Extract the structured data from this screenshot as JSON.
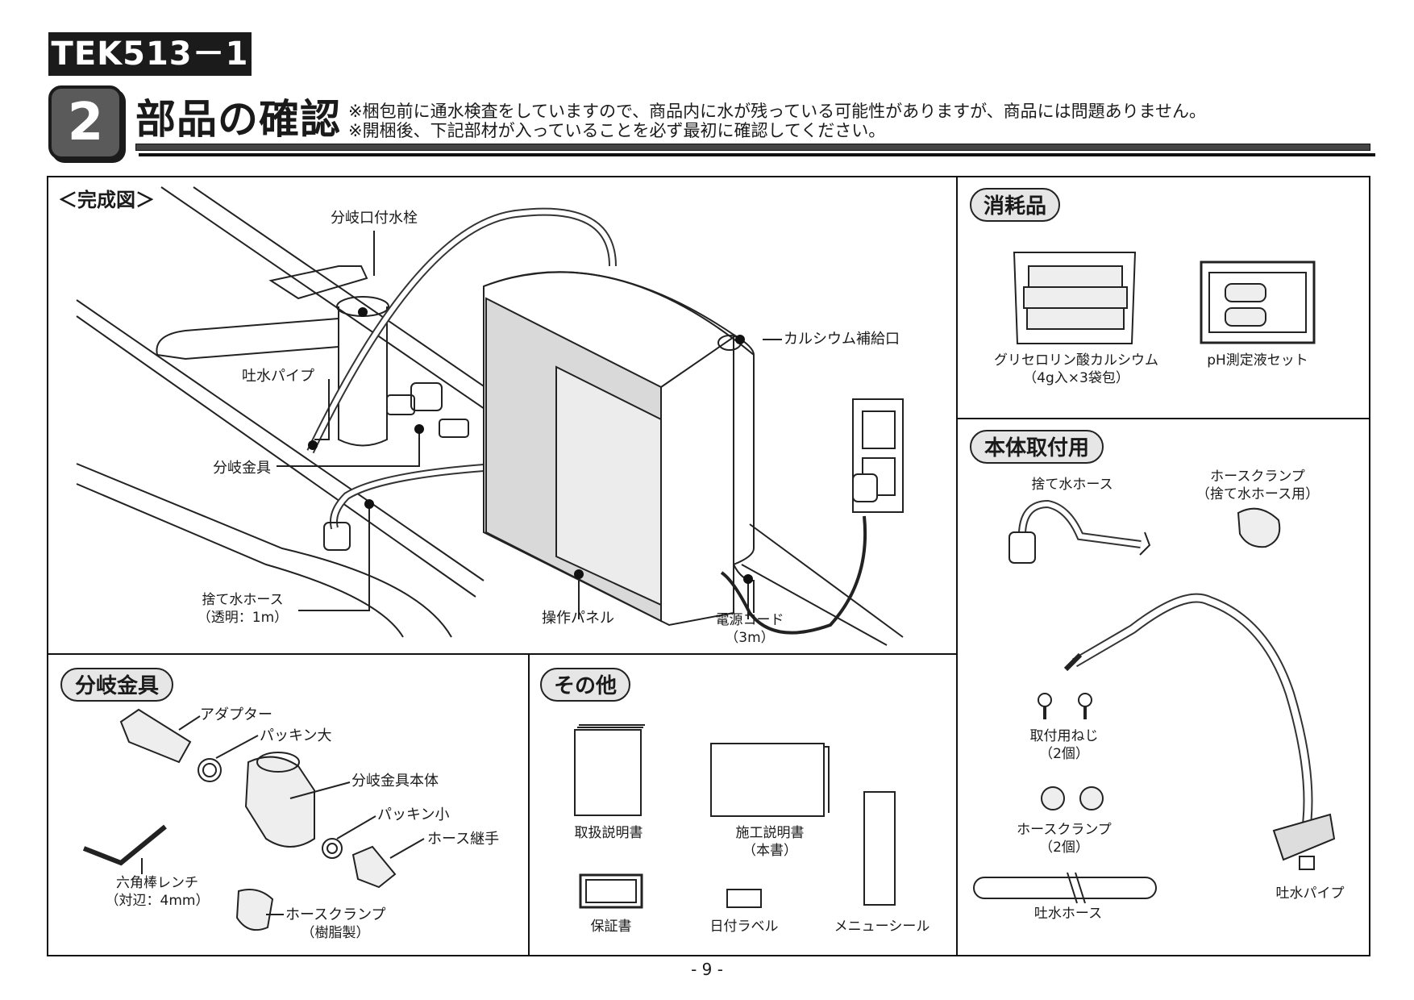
{
  "header": {
    "model": "TEK513－1",
    "section_number": "2",
    "section_title": "部品の確認",
    "notes": [
      "※梱包前に通水検査をしていますので、商品内に水が残っている可能性がありますが、商品には問題ありません。",
      "※開梱後、下記部材が入っていることを必ず最初に確認してください。"
    ]
  },
  "completed_view": {
    "title": "＜完成図＞",
    "labels": {
      "faucet": "分岐口付水栓",
      "calcium_port": "カルシウム補給口",
      "spout_pipe": "吐水パイプ",
      "branch_fitting": "分岐金具",
      "drain_hose": "捨て水ホース",
      "drain_hose_note": "（透明：1m）",
      "control_panel": "操作パネル",
      "power_cord": "電源コード",
      "power_cord_note": "（3m）"
    }
  },
  "consumables": {
    "title": "消耗品",
    "items": [
      {
        "name": "グリセロリン酸カルシウム",
        "note": "（4g入×3袋包）"
      },
      {
        "name": "pH測定液セット"
      }
    ]
  },
  "body_mount": {
    "title": "本体取付用",
    "items": {
      "drain_hose": "捨て水ホース",
      "hose_clamp_drain": "ホースクランプ",
      "hose_clamp_drain_note": "（捨て水ホース用）",
      "screws": "取付用ねじ",
      "screws_note": "（2個）",
      "hose_clamps": "ホースクランプ",
      "hose_clamps_note": "（2個）",
      "spout_hose": "吐水ホース",
      "spout_pipe": "吐水パイプ"
    }
  },
  "branch_parts": {
    "title": "分岐金具",
    "items": {
      "adapter": "アダプター",
      "packing_large": "パッキン大",
      "branch_body": "分岐金具本体",
      "packing_small": "パッキン小",
      "hose_joint": "ホース継手",
      "hex_wrench": "六角棒レンチ",
      "hex_wrench_note": "（対辺：4mm）",
      "hose_clamp": "ホースクランプ",
      "hose_clamp_note": "（樹脂製）"
    }
  },
  "others": {
    "title": "その他",
    "items": {
      "manual": "取扱説明書",
      "install_manual": "施工説明書",
      "install_manual_note": "（本書）",
      "warranty": "保証書",
      "date_label": "日付ラベル",
      "menu_sticker": "メニューシール"
    }
  },
  "footer": {
    "page": "- 9 -"
  },
  "colors": {
    "ink": "#1a1a1a",
    "pill_fill": "#e6e6e6",
    "panel_gray": "#d9d9d9"
  }
}
